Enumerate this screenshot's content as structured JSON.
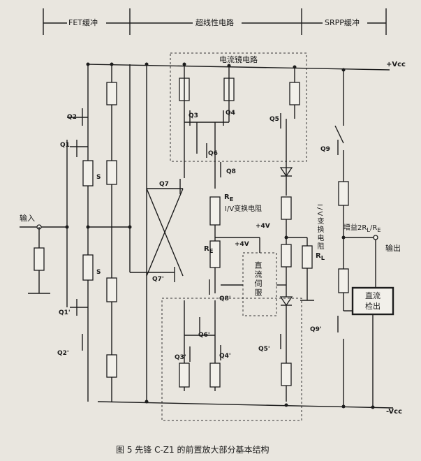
{
  "sections": {
    "fet_buffer": "FET缓冲",
    "linear_circuit": "超线性电路",
    "srpp_buffer": "SRPP缓冲"
  },
  "blocks": {
    "current_mirror": "电流镜电路",
    "iv_resistor_top": "I/V变换电阻",
    "iv_resistor_right": "I/V变换电阻",
    "dc_servo": "直流伺服",
    "dc_detect": "直流检出",
    "gain": "增益2R",
    "gain_sub": "L",
    "gain_tail": "/R",
    "gain_sub2": "E"
  },
  "rails": {
    "vcc_pos": "+Vcc",
    "vcc_neg": "-Vcc",
    "plus4v_a": "+4V",
    "plus4v_b": "+4V"
  },
  "io": {
    "input": "输入",
    "output": "输出"
  },
  "transistors": [
    "Q2",
    "Q1",
    "Q1'",
    "Q2'",
    "Q3",
    "Q4",
    "Q5",
    "Q6",
    "Q7",
    "Q8",
    "Q9",
    "Q7'",
    "Q8'",
    "Q6'",
    "Q3'",
    "Q4'",
    "Q5'",
    "Q9'"
  ],
  "resistor_labels": {
    "re_top": "R",
    "re_top_sub": "E",
    "re_mid": "R",
    "re_mid_sub": "E",
    "rl": "R",
    "rl_sub": "L",
    "s_top": "S",
    "s_bottom": "S"
  },
  "caption": "图 5  先锋 C-Z1 的前置放大部分基本结构"
}
